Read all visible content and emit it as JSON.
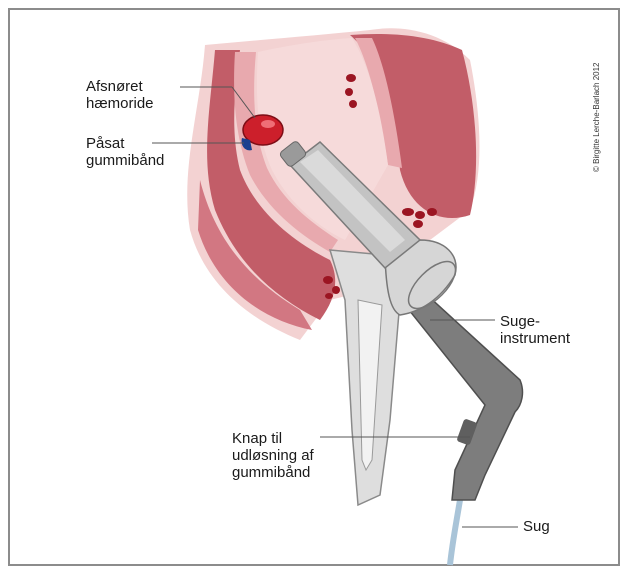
{
  "labels": {
    "ligated_hemorrhoid": [
      "Afsnøret",
      "hæmoride"
    ],
    "applied_band": [
      "Påsat",
      "gummibånd"
    ],
    "suction_instrument": [
      "Suge-",
      "instrument"
    ],
    "release_button": [
      "Knap til",
      "udløsning af",
      "gummibånd"
    ],
    "suction": "Sug"
  },
  "copyright": "© Birgitte Lerche-Barlach 2012",
  "colors": {
    "tissue_dark": "#c15a66",
    "tissue_light": "#f2cfcf",
    "tissue_mid": "#e39aa2",
    "hemorrhoid": "#cc1f2b",
    "band": "#1b3f8f",
    "instrument": "#b9b9b9",
    "handle": "#7d7d7d",
    "tube": "#a9c4d8"
  }
}
